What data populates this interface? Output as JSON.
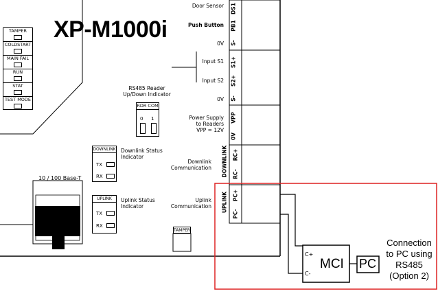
{
  "board": {
    "title": "XP-M1000i"
  },
  "status_leds": [
    "TAMPER",
    "COLDSTART",
    "MAIN FAIL",
    "RUN",
    "STAT",
    "TEST MODE"
  ],
  "rs485": {
    "title_line1": "RS485 Reader",
    "title_line2": "Up/Down Indicator",
    "box_label": "RDR COM",
    "pin0": "0",
    "pin1": "1"
  },
  "downlink_status": {
    "box_label": "DOWNLINK",
    "tx": "TX",
    "rx": "RX",
    "desc_line1": "Downlink Status",
    "desc_line2": "Indicator"
  },
  "uplink_status": {
    "box_label": "UPLINK",
    "tx": "TX",
    "rx": "RX",
    "desc_line1": "Uplink Status",
    "desc_line2": "Indicator"
  },
  "ethernet": {
    "label": "10 / 100 Base-T"
  },
  "tamper": {
    "label": "TAMPER"
  },
  "terminals": {
    "door_sensor": "Door Sensor",
    "push_button": "Push Button",
    "ov1": "0V",
    "input_s1": "Input S1",
    "input_s2": "Input S2",
    "ov2": "0V",
    "ps_line1": "Power Supply",
    "ps_line2": "to Readers",
    "ps_line3": "VPP = 12V",
    "downlink_line1": "Downlink",
    "downlink_line2": "Communication",
    "uplink_line1": "Uplink",
    "uplink_line2": "Communication",
    "pins": {
      "ds1": "DS1",
      "pb1": "PB1",
      "s_minus1": "S-",
      "s1_plus": "S1+",
      "s2_plus": "S2+",
      "s_minus2": "S-",
      "vpp": "VPP",
      "ov": "0V",
      "rc_plus": "RC+",
      "rc_minus": "RC-",
      "pc_plus": "PC+",
      "pc_minus": "PC-"
    },
    "group_downlink": "DOWNLINK",
    "group_uplink": "UPLINK"
  },
  "mci": {
    "label": "MCI",
    "c_plus": "C+",
    "c_minus": "C-"
  },
  "pc": {
    "label": "PC"
  },
  "connection_note": {
    "line1": "Connection",
    "line2": "to PC using",
    "line3": "RS485",
    "line4": "(Option 2)"
  },
  "colors": {
    "highlight": "#dd2222"
  }
}
